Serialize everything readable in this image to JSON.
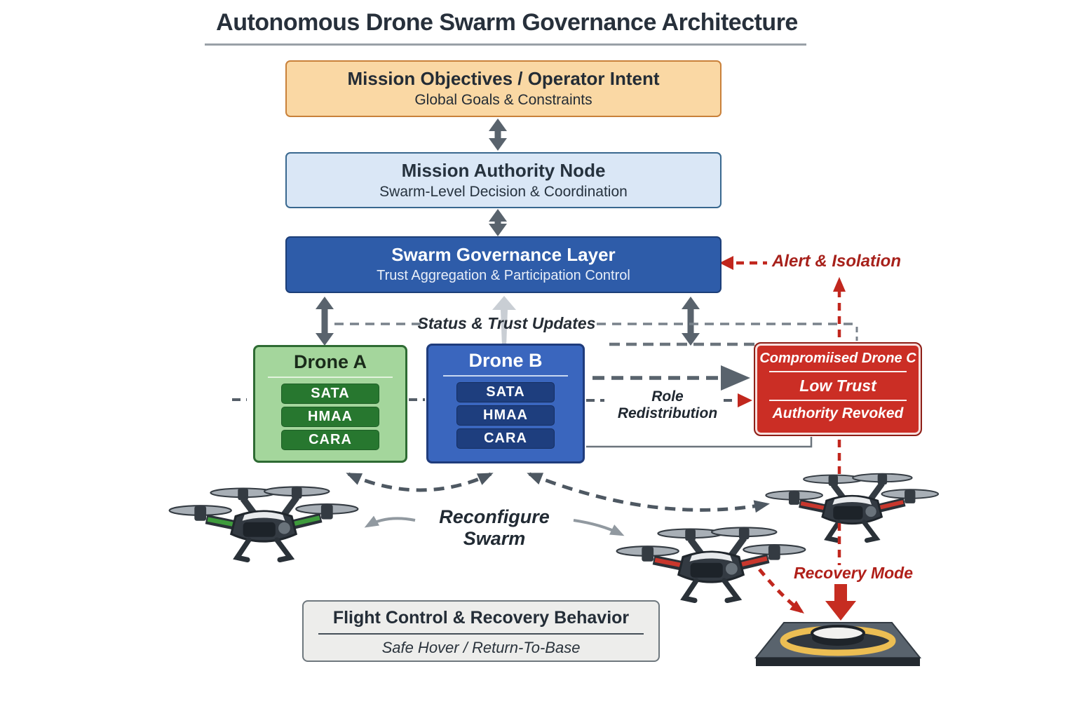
{
  "title": "Autonomous Drone Swarm Governance Architecture",
  "boxes": {
    "mission_objectives": {
      "title": "Mission Objectives / Operator Intent",
      "subtitle": "Global Goals & Constraints"
    },
    "mission_authority": {
      "title": "Mission Authority Node",
      "subtitle": "Swarm-Level Decision & Coordination"
    },
    "governance_layer": {
      "title": "Swarm Governance Layer",
      "subtitle": "Trust Aggregation & Participation Control"
    },
    "flight_control": {
      "title": "Flight Control & Recovery Behavior",
      "subtitle": "Safe Hover / Return-To-Base"
    }
  },
  "drones": {
    "drone_a": {
      "title": "Drone A",
      "modules": [
        "SATA",
        "HMAA",
        "CARA"
      ]
    },
    "drone_b": {
      "title": "Drone B",
      "modules": [
        "SATA",
        "HMAA",
        "CARA"
      ]
    },
    "drone_c": {
      "title": "Compromiised Drone C",
      "status": "Low Trust",
      "authority": "Authority Revoked"
    }
  },
  "labels": {
    "alert_isolation": "Alert & Isolation",
    "status_trust_updates": "Status & Trust Updates",
    "role_redistribution": "Role Redistribution",
    "reconfigure_swarm": "Reconfigure Swarm",
    "recovery_mode": "Recovery Mode"
  },
  "illustrations": {
    "drone_green": "quadcopter-drone-green-accent",
    "drone_red_mid": "quadcopter-drone-red-accent",
    "drone_red_isolated": "quadcopter-drone-red-accent-isolated",
    "landing_pad": "landing-pad-with-yellow-ring"
  },
  "colors": {
    "objectives_fill": "#FAD8A4",
    "objectives_border": "#C9813A",
    "authority_fill": "#DAE7F6",
    "authority_border": "#39688F",
    "governance_fill": "#2E5CA9",
    "governance_border": "#1C3E78",
    "drone_a_fill": "#A4D69C",
    "drone_a_border": "#2E6B33",
    "drone_a_module_fill": "#27772F",
    "drone_b_fill": "#3A66BE",
    "drone_b_border": "#1F3C7C",
    "drone_b_module_fill": "#1E3E7E",
    "drone_c_fill": "#CB2E25",
    "drone_c_border": "#8E1F17",
    "flight_fill": "#EDEDEB",
    "flight_border": "#6F787E",
    "alert_red": "#B5241D",
    "arrow_gray": "#59636D",
    "dashed_gray": "#79828B",
    "healthy_drone_accent": "#3E9B3C",
    "compromised_drone_accent": "#C8372D",
    "pad_ring_yellow": "#ECBE53"
  }
}
